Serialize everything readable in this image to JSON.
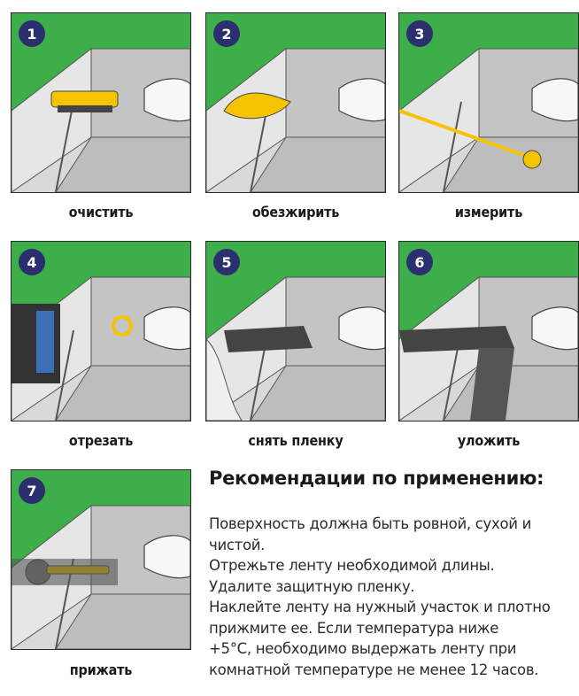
{
  "colors": {
    "green": "#3dae49",
    "badge": "#2b2f6e",
    "yellow": "#f5c400",
    "concrete": "#d9d9d9",
    "dark": "#8a8a8a"
  },
  "steps": [
    {
      "number": "1",
      "label": "очистить",
      "icon": "brush-icon"
    },
    {
      "number": "2",
      "label": "обезжирить",
      "icon": "cloth-icon"
    },
    {
      "number": "3",
      "label": "измерить",
      "icon": "tape-measure-icon"
    },
    {
      "number": "4",
      "label": "отрезать",
      "icon": "scissors-icon"
    },
    {
      "number": "5",
      "label": "снять пленку",
      "icon": "film-icon"
    },
    {
      "number": "6",
      "label": "уложить",
      "icon": "tape-icon"
    },
    {
      "number": "7",
      "label": "прижать",
      "icon": "roller-icon"
    }
  ],
  "recommendations": {
    "title": "Рекомендации по применению:",
    "lines": [
      "Поверхность должна быть ровной, сухой и",
      "чистой.",
      "Отрежьте ленту необходимой длины.",
      "Удалите защитную пленку.",
      "Наклейте ленту на нужный участок и плотно",
      "прижмите ее. Если температура ниже",
      "+5°C, необходимо выдержать ленту при",
      "комнатной температуре не менее 12 часов."
    ]
  }
}
